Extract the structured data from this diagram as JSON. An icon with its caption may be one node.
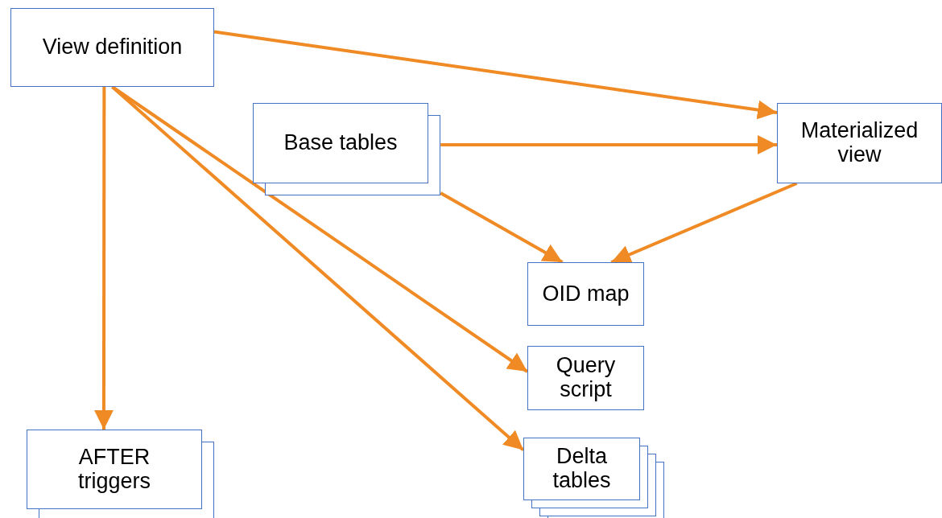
{
  "diagram": {
    "nodes": [
      {
        "text": [
          "View definition"
        ]
      },
      {
        "text": [
          "Base tables"
        ]
      },
      {
        "text": [
          "Materialized view"
        ]
      },
      {
        "text": [
          "OID map"
        ]
      },
      {
        "text": [
          "Query script"
        ]
      },
      {
        "text": [
          "AFTER triggers"
        ]
      },
      {
        "text": [
          "Delta tables"
        ]
      }
    ],
    "edges": [
      {
        "from": 0,
        "to": 2,
        "arrow": "to"
      },
      {
        "from": 1,
        "to": 2,
        "arrow": "to"
      },
      {
        "from": 1,
        "to": 3,
        "arrow": "to"
      },
      {
        "from": 2,
        "to": 3,
        "arrow": "to"
      },
      {
        "from": 0,
        "to": 5,
        "arrow": "to"
      },
      {
        "from": 0,
        "to": 4,
        "arrow": "to"
      },
      {
        "from": 0,
        "to": 6,
        "arrow": "to"
      }
    ]
  }
}
